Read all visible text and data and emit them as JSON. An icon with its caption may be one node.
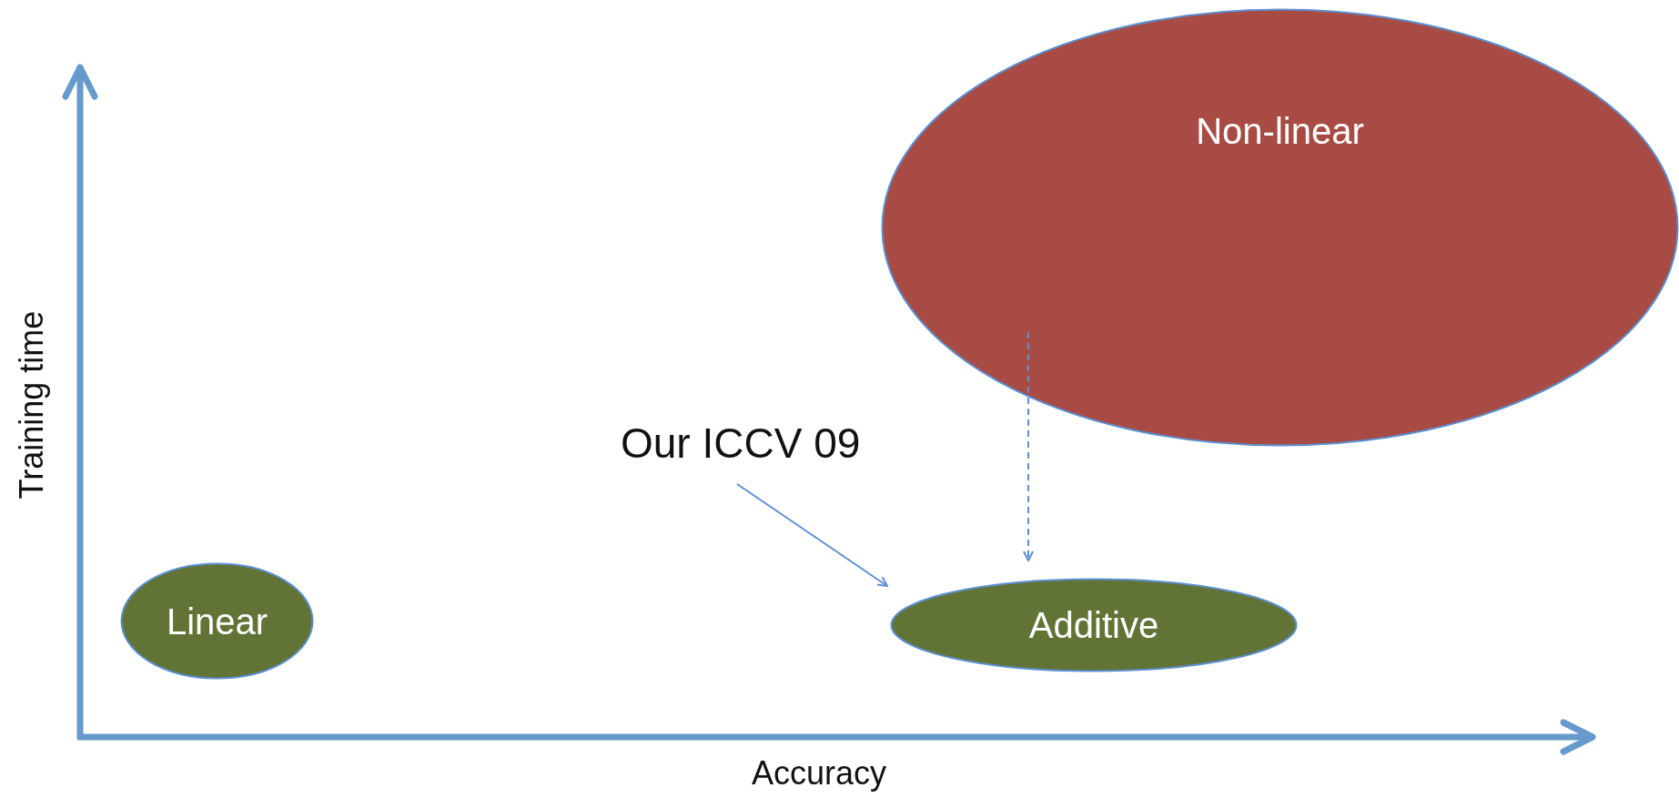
{
  "diagram": {
    "nodes": [
      {
        "text": [
          "Non-linear"
        ]
      },
      {
        "text": [
          "Our ICCV 09"
        ]
      },
      {
        "text": [
          "Linear"
        ]
      },
      {
        "text": [
          "Additive"
        ]
      }
    ],
    "edges": [
      {
        "from": 1,
        "to": 3,
        "arrow": "to"
      },
      {
        "from": 0,
        "to": 3,
        "arrow": "to",
        "style": "dashed"
      }
    ],
    "labels": [
      "Training time",
      "Accuracy"
    ]
  }
}
